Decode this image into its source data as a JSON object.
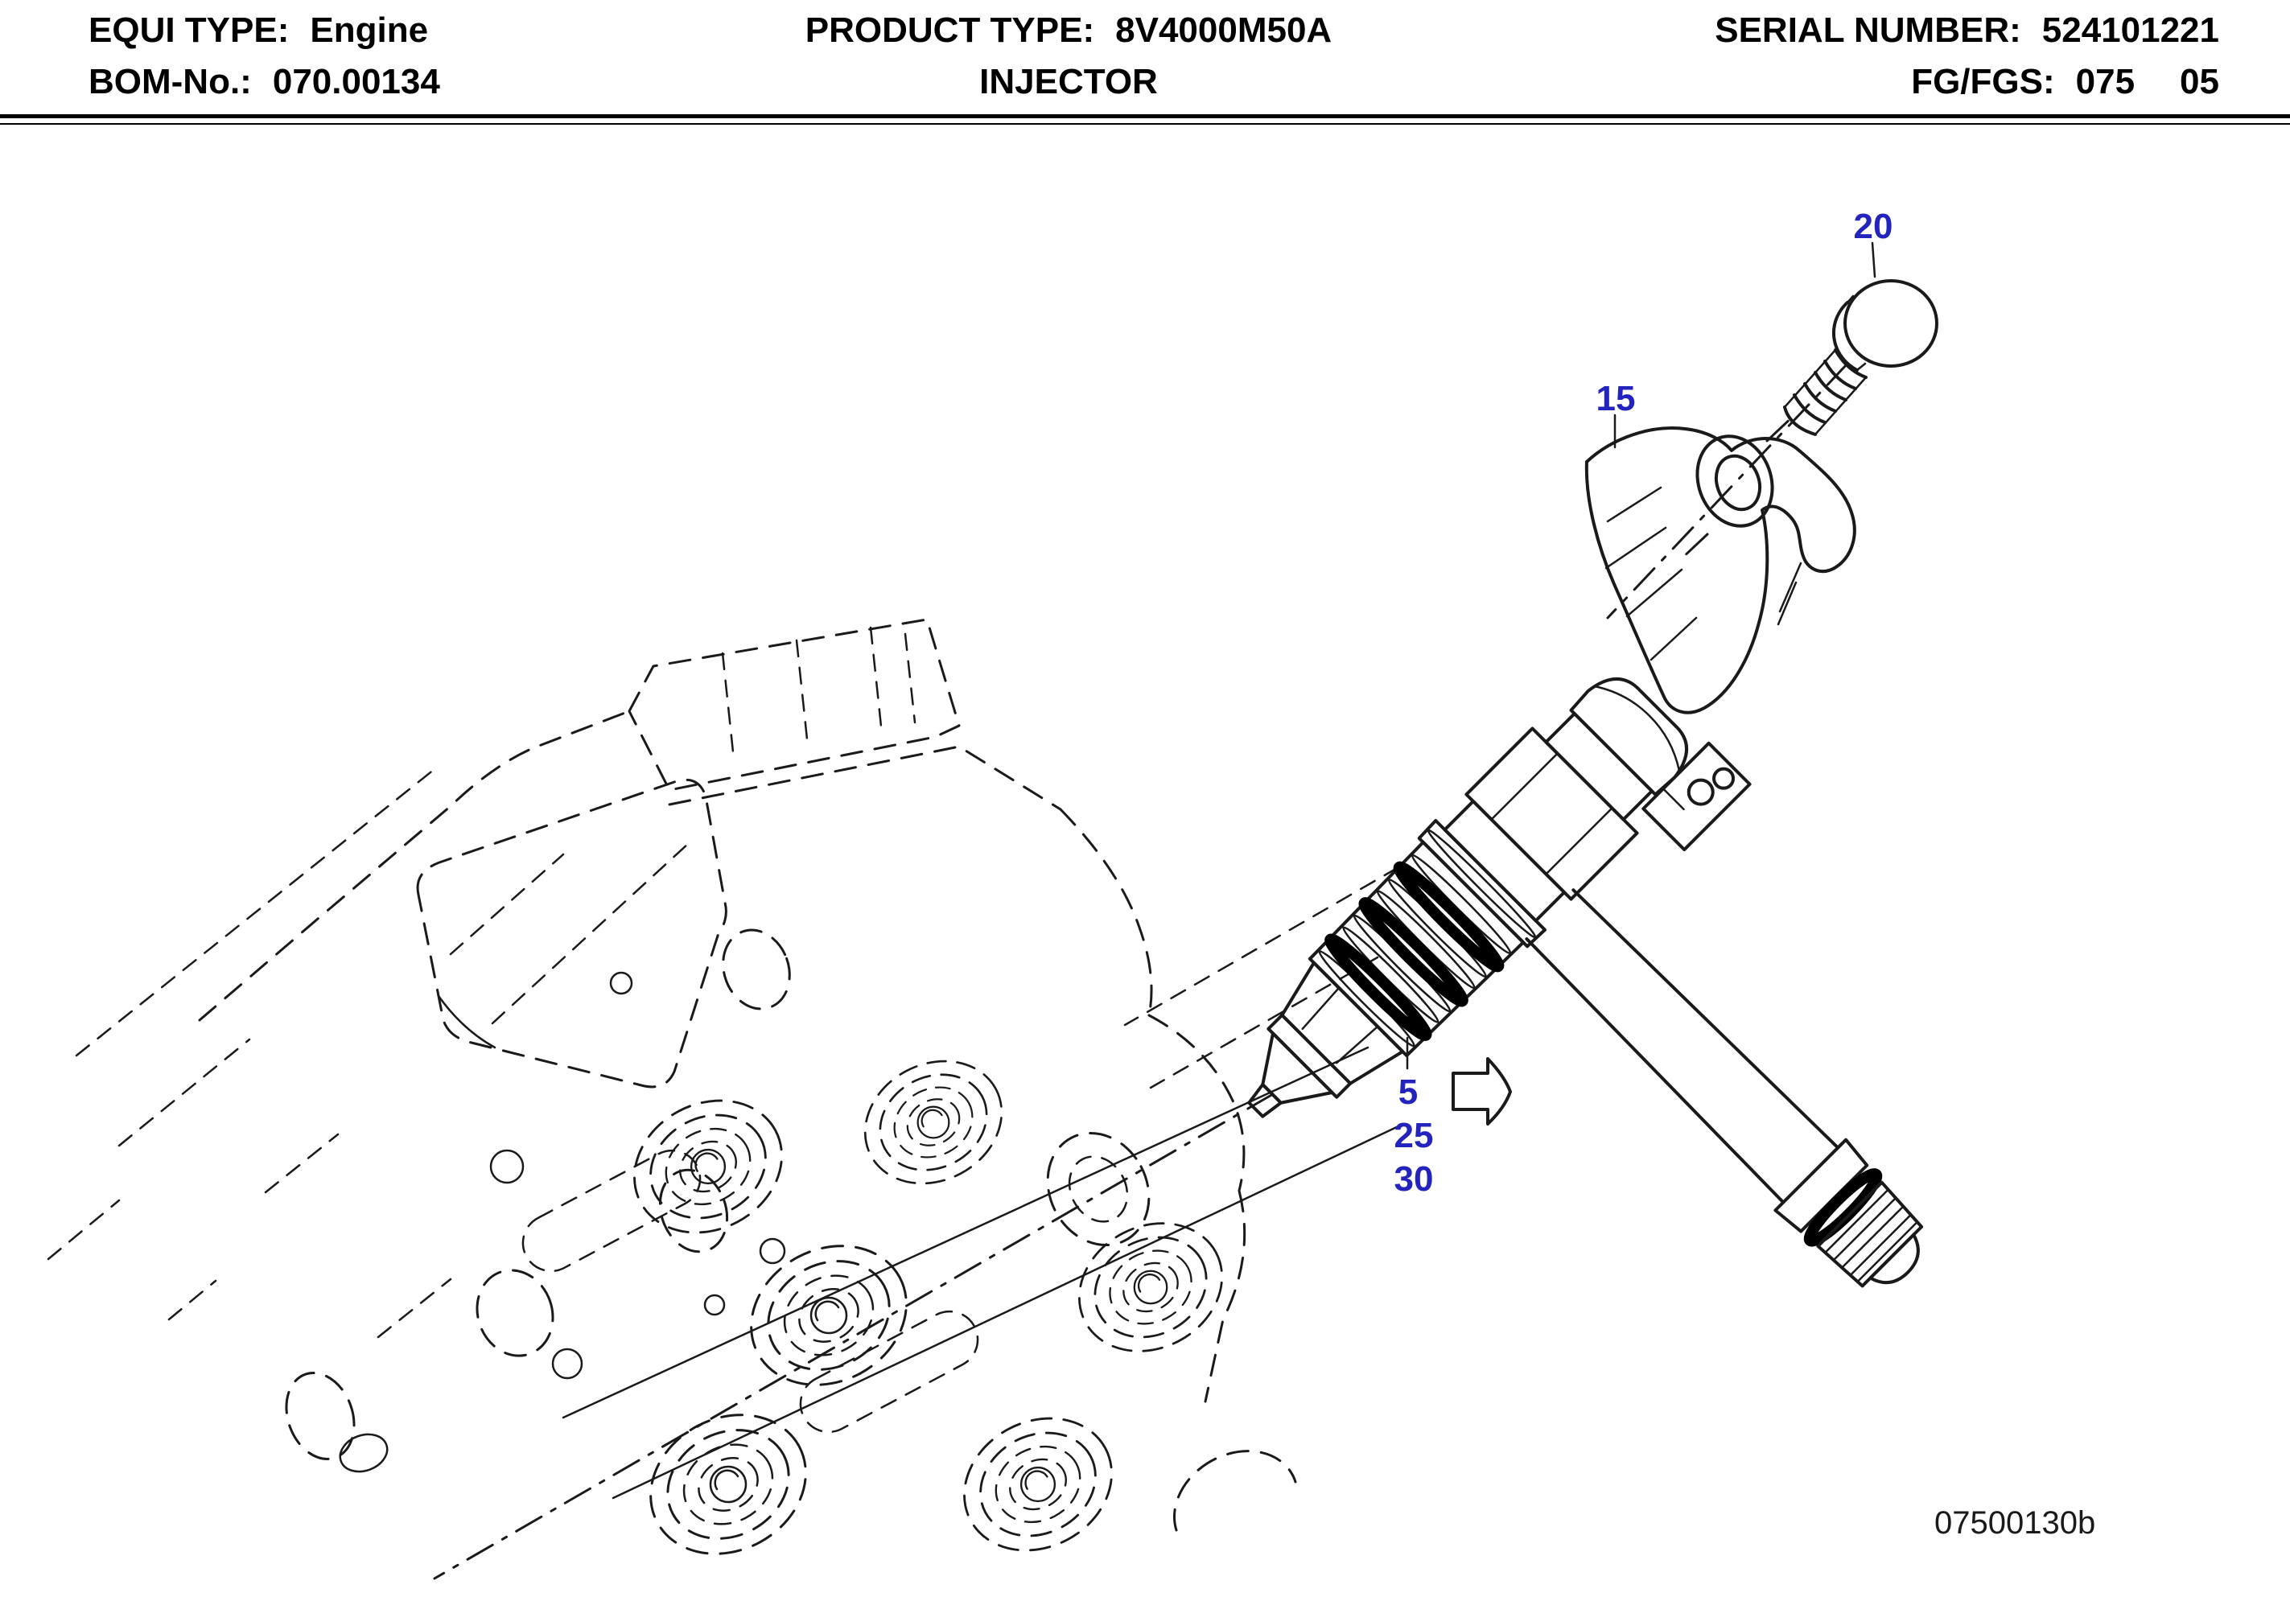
{
  "header": {
    "equi_label": "EQUI TYPE:",
    "equi_value": "Engine",
    "bom_label": "BOM-No.:",
    "bom_value": "070.00134",
    "product_label": "PRODUCT TYPE:",
    "product_value": "8V4000M50A",
    "product_name": "INJECTOR",
    "serial_label": "SERIAL NUMBER:",
    "serial_value": "524101221",
    "fg_label": "FG/FGS:",
    "fg_value": "075",
    "fg_value2": "05"
  },
  "diagram": {
    "callout_20": "20",
    "callout_15": "15",
    "callout_5": "5",
    "callout_25": "25",
    "callout_30": "30",
    "drawing_number": "07500130b",
    "parts": {
      "5_25_30": "injector with O-ring seals",
      "15": "injector hold-down clamp",
      "20": "clamp bolt"
    },
    "icons": [
      "right-arrow-icon"
    ],
    "colors": {
      "callout_blue": "#2323bd",
      "line": "#1a1a1a",
      "background": "#ffffff"
    }
  }
}
